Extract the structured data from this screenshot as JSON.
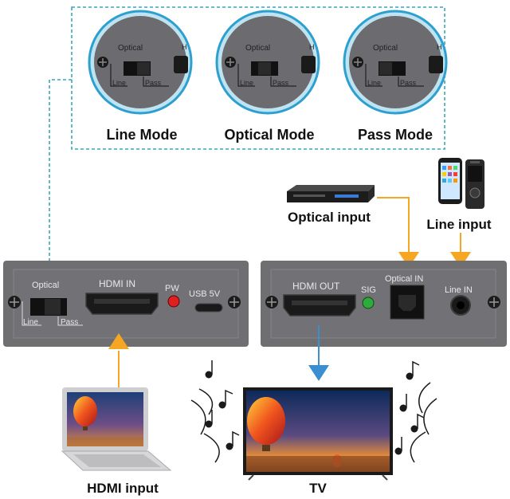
{
  "modes": [
    {
      "caption": "Line Mode",
      "switch_label": "Optical",
      "line": "Line",
      "pass": "Pass",
      "port_glyph": "H"
    },
    {
      "caption": "Optical Mode",
      "switch_label": "Optical",
      "line": "Line",
      "pass": "Pass",
      "port_glyph": "H"
    },
    {
      "caption": "Pass Mode",
      "switch_label": "Optical",
      "line": "Line",
      "pass": "Pass",
      "port_glyph": "H"
    }
  ],
  "left_device": {
    "switch_title": "Optical",
    "switch_line": "Line",
    "switch_pass": "Pass",
    "hdmi_in": "HDMI IN",
    "pw": "PW",
    "usb": "USB 5V"
  },
  "right_device": {
    "hdmi_out": "HDMI OUT",
    "sig": "SIG",
    "optical_in": "Optical IN",
    "line_in": "Line IN"
  },
  "sources": {
    "optical_input": "Optical input",
    "line_input": "Line input",
    "hdmi_input": "HDMI input",
    "tv": "TV"
  },
  "colors": {
    "dashed_border": "#3aa6b9",
    "device_body": "#6f6f72",
    "arrow_orange": "#f5a623",
    "arrow_blue": "#3b8fd0"
  }
}
